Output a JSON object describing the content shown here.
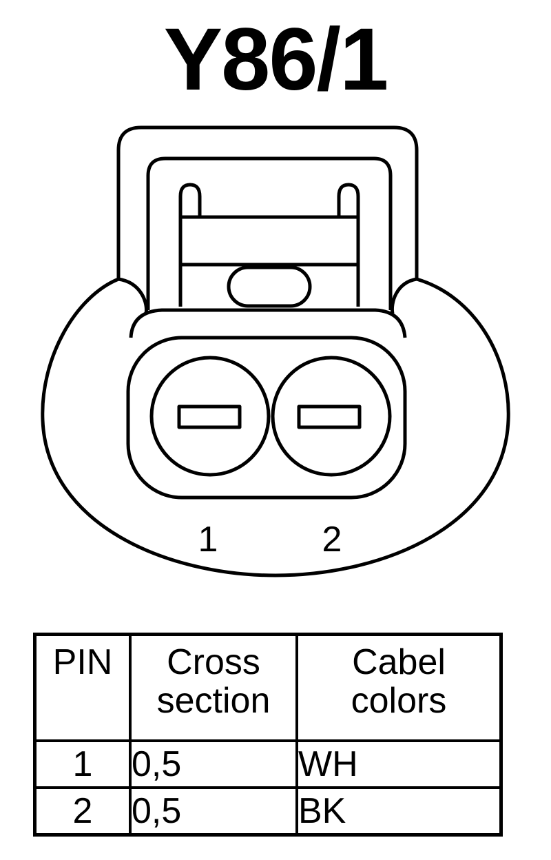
{
  "title": "Y86/1",
  "connector": {
    "pin_labels": [
      "1",
      "2"
    ]
  },
  "table": {
    "headers": {
      "pin": [
        "PIN"
      ],
      "cross_section": [
        "Cross",
        "section"
      ],
      "cable_colors": [
        "Cabel",
        "colors"
      ]
    },
    "rows": [
      {
        "pin": "1",
        "cross_section": "0,5",
        "color": "WH"
      },
      {
        "pin": "2",
        "cross_section": "0,5",
        "color": "BK"
      }
    ]
  }
}
